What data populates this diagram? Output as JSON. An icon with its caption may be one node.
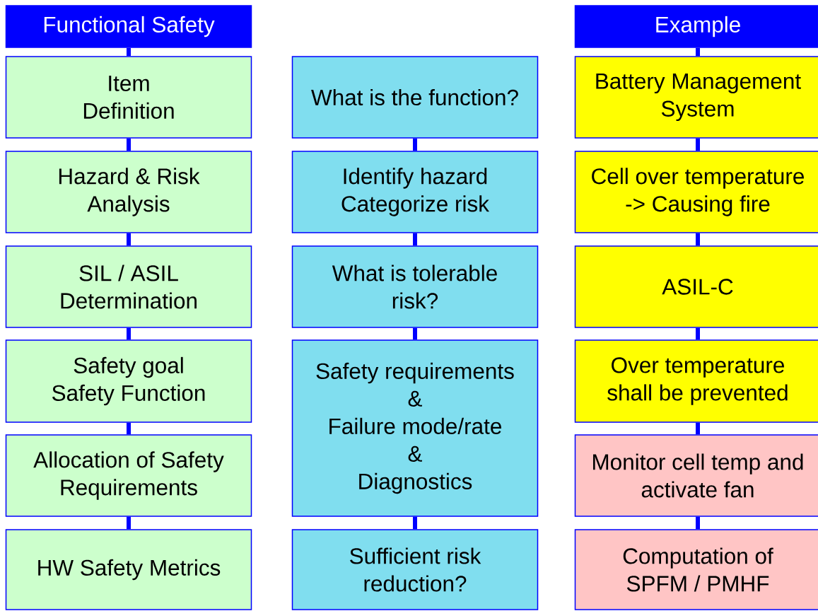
{
  "diagram": {
    "nodes": [
      {
        "text": [
          "Functional Safety"
        ]
      },
      {
        "text": [
          "Item Definition"
        ]
      },
      {
        "text": [
          "Hazard & Risk Analysis"
        ]
      },
      {
        "text": [
          "SIL / ASIL Determination"
        ]
      },
      {
        "text": [
          "Safety goal Safety Function"
        ]
      },
      {
        "text": [
          "Allocation of Safety Requirements"
        ]
      },
      {
        "text": [
          "HW Safety Metrics"
        ]
      },
      {
        "text": [
          "What is the function?"
        ]
      },
      {
        "text": [
          "Identify hazard Categorize risk"
        ]
      },
      {
        "text": [
          "What is tolerable risk?"
        ]
      },
      {
        "text": [
          "Safety requirements & Failure mode/rate & Diagnostics"
        ]
      },
      {
        "text": [
          "Sufficient risk reduction?"
        ]
      },
      {
        "text": [
          "Example"
        ]
      },
      {
        "text": [
          "Battery Management System"
        ]
      },
      {
        "text": [
          "Cell over temperature -> Causing fire"
        ]
      },
      {
        "text": [
          "ASIL-C"
        ]
      },
      {
        "text": [
          "Over temperature shall be prevented"
        ]
      },
      {
        "text": [
          "Monitor cell temp and activate fan"
        ]
      },
      {
        "text": [
          "Computation of SPFM / PMHF"
        ]
      }
    ],
    "edges": [
      {
        "from": 0,
        "to": 1,
        "arrow": "none"
      },
      {
        "from": 1,
        "to": 2,
        "arrow": "none"
      },
      {
        "from": 2,
        "to": 3,
        "arrow": "none"
      },
      {
        "from": 3,
        "to": 4,
        "arrow": "none"
      },
      {
        "from": 4,
        "to": 5,
        "arrow": "none"
      },
      {
        "from": 5,
        "to": 6,
        "arrow": "none"
      },
      {
        "from": 7,
        "to": 8,
        "arrow": "none"
      },
      {
        "from": 8,
        "to": 9,
        "arrow": "none"
      },
      {
        "from": 9,
        "to": 10,
        "arrow": "none"
      },
      {
        "from": 10,
        "to": 11,
        "arrow": "none"
      },
      {
        "from": 12,
        "to": 13,
        "arrow": "none"
      },
      {
        "from": 13,
        "to": 14,
        "arrow": "none"
      },
      {
        "from": 14,
        "to": 15,
        "arrow": "none"
      },
      {
        "from": 15,
        "to": 16,
        "arrow": "none"
      },
      {
        "from": 16,
        "to": 17,
        "arrow": "none"
      },
      {
        "from": 17,
        "to": 18,
        "arrow": "none"
      }
    ]
  }
}
